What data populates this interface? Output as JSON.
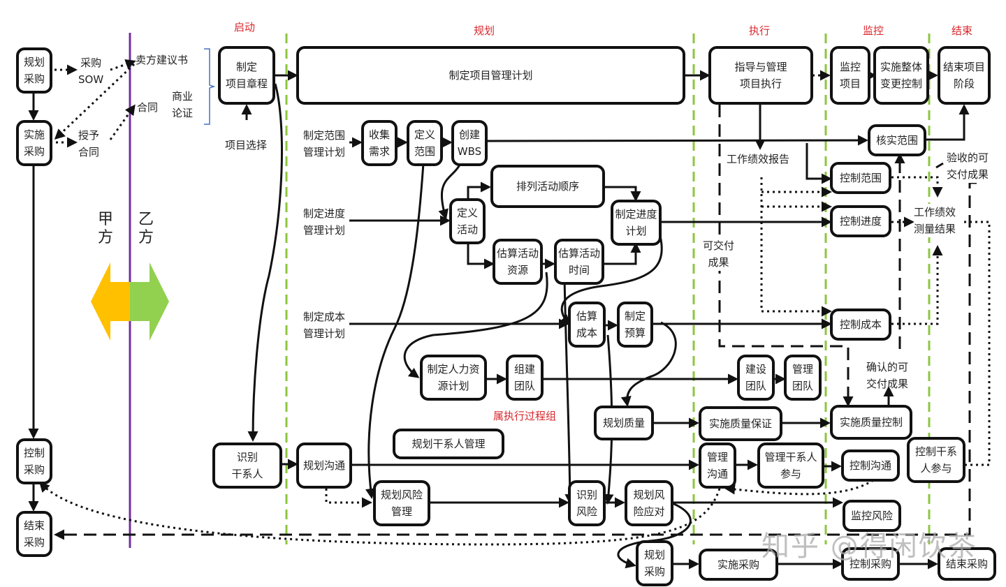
{
  "phases": [
    "启动",
    "规划",
    "执行",
    "监控",
    "结束"
  ],
  "parties": {
    "buyer": "甲\n方",
    "seller": "乙\n方"
  },
  "colors": {
    "phase_label": "#d9262c",
    "phase_divider": "#8dc63f",
    "party_divider": "#7030a0",
    "buyer_arrow": "#ffc000",
    "seller_arrow": "#92d050"
  },
  "procurement_left": {
    "plan": "规划\n采购",
    "conduct": "实施\n采购",
    "control": "控制\n采购",
    "close": "结束\n采购",
    "sow": "采购\nSOW",
    "award": "授予\n合同",
    "proposal": "卖方建议书",
    "contract": "合同",
    "business_case": "商业\n论证"
  },
  "initiating": {
    "charter": "制定\n项目章程",
    "project_selection": "项目选择",
    "identify_stakeholders": "识别\n干系人"
  },
  "planning": {
    "pm_plan": "制定项目管理计划",
    "scope_plan": "制定范围\n管理计划",
    "collect_req": "收集\n需求",
    "define_scope": "定义\n范围",
    "create_wbs": "创建\nWBS",
    "schedule_plan": "制定进度\n管理计划",
    "define_activities": "定义\n活动",
    "sequence": "排列活动顺序",
    "est_resources": "估算活动\n资源",
    "est_durations": "估算活动\n时间",
    "develop_schedule": "制定进度\n计划",
    "cost_plan": "制定成本\n管理计划",
    "est_costs": "估算\n成本",
    "budget": "制定\n预算",
    "hr_plan": "制定人力资\n源计划",
    "acquire_team": "组建\n团队",
    "exec_note": "属执行过程组",
    "plan_quality": "规划质量",
    "plan_stakeholder": "规划干系人管理",
    "plan_comm": "规划沟通",
    "plan_risk": "规划风险\n管理",
    "identify_risks": "识别\n风险",
    "plan_risk_resp": "规划风\n险应对",
    "plan_proc": "规划\n采购"
  },
  "executing": {
    "direct": "指导与管理\n项目执行",
    "wpr": "工作绩效报告",
    "deliverables": "可交付\n成果",
    "develop_team": "建设\n团队",
    "manage_team": "管理\n团队",
    "qa": "实施质量保证",
    "manage_comm": "管理\n沟通",
    "manage_stake": "管理干系人\n参与",
    "conduct_proc": "实施采购"
  },
  "monitoring": {
    "monitor": "监控\n项目",
    "icc": "实施整体\n变更控制",
    "validate_scope": "核实范围",
    "control_scope": "控制范围",
    "control_schedule": "控制进度",
    "control_cost": "控制成本",
    "qc": "实施质量控制",
    "verified_deliv": "确认的可\n交付成果",
    "control_comm": "控制沟通",
    "control_stake": "控制干系\n人参与",
    "monitor_risk": "监控风险",
    "control_proc": "控制采购",
    "accepted_deliv": "验收的可\n交付成果",
    "wpi": "工作绩效\n测量结果"
  },
  "closing": {
    "close_phase": "结束项目\n阶段",
    "close_proc": "结束采购"
  },
  "watermark": "知乎 @得闲饮茶"
}
